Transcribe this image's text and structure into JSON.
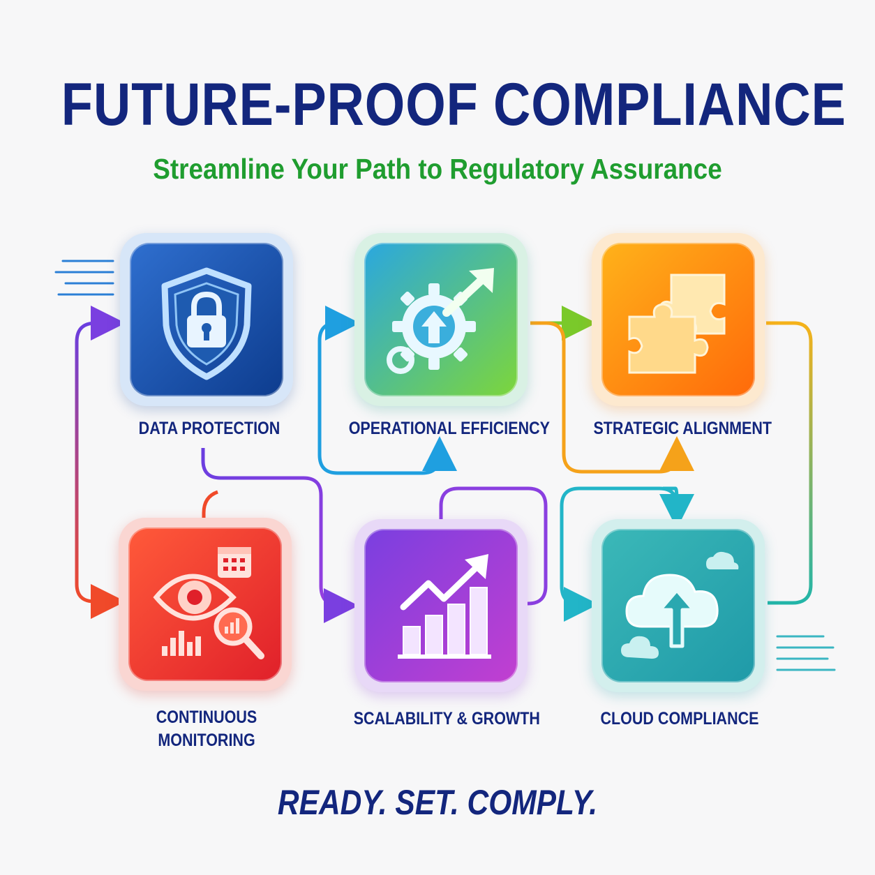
{
  "header": {
    "title": "FUTURE-PROOF COMPLIANCE",
    "subtitle": "Streamline Your Path to Regulatory Assurance"
  },
  "steps": [
    {
      "label": "DATA PROTECTION",
      "icon": "shield-lock-icon",
      "color_from": "#2f6fcf",
      "color_to": "#0d3c8e"
    },
    {
      "label": "OPERATIONAL EFFICIENCY",
      "icon": "gear-arrow-icon",
      "color_from": "#2aa7e0",
      "color_to": "#7dd63a"
    },
    {
      "label": "STRATEGIC ALIGNMENT",
      "icon": "puzzle-icon",
      "color_from": "#ffb21a",
      "color_to": "#ff6a0a"
    },
    {
      "label_lines": [
        "CONTINUOUS",
        "MONITORING"
      ],
      "icon": "eye-monitoring-icon",
      "color_from": "#ff5a3a",
      "color_to": "#e0202a"
    },
    {
      "label": "SCALABILITY & GROWTH",
      "icon": "growth-chart-icon",
      "color_from": "#7a3fe0",
      "color_to": "#c23fd0"
    },
    {
      "label": "CLOUD COMPLIANCE",
      "icon": "cloud-upload-icon",
      "color_from": "#3bb8b8",
      "color_to": "#1f9aa8"
    }
  ],
  "footer": {
    "tagline": "READY. SET. COMPLY."
  },
  "colors": {
    "title": "#13267d",
    "subtitle": "#1f9d2f",
    "background": "#f7f7f8"
  }
}
